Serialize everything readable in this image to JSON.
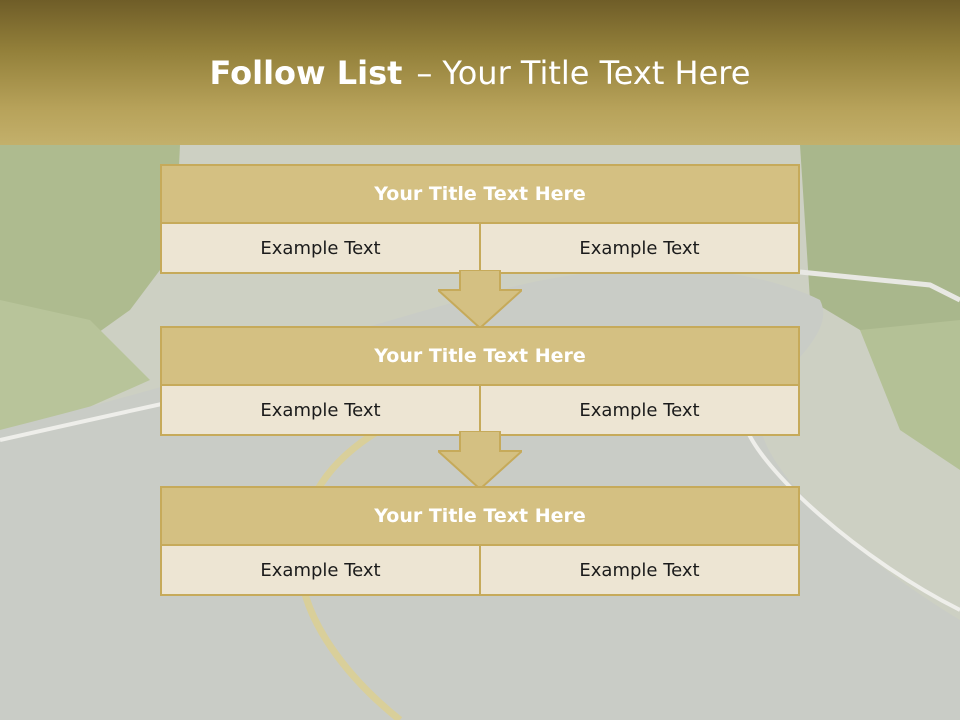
{
  "header": {
    "title_bold": "Follow List",
    "title_sep": "–",
    "title_rest": "Your Title Text Here"
  },
  "steps": [
    {
      "title": "Your Title Text Here",
      "left": "Example Text",
      "right": "Example Text"
    },
    {
      "title": "Your Title Text Here",
      "left": "Example Text",
      "right": "Example Text"
    },
    {
      "title": "Your Title Text Here",
      "left": "Example Text",
      "right": "Example Text"
    }
  ],
  "colors": {
    "header_dark": "#6f5d28",
    "header_light": "#c3b06b",
    "card_title_fill": "#d4c082",
    "card_cell_fill": "#ede5d3",
    "card_border": "#c6aa5a",
    "arrow_fill": "#d4c082"
  }
}
